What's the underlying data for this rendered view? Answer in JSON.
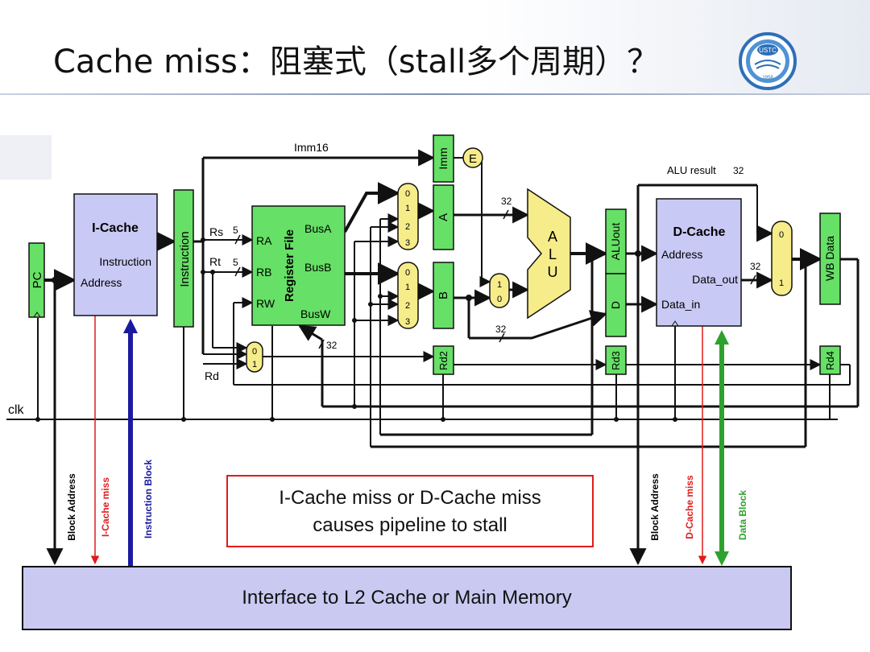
{
  "slide": {
    "title": "Cache miss：阻塞式（stall多个周期）？",
    "logo_text": "USTC",
    "logo_year": "1958",
    "stall_note_line1": "I-Cache miss or D-Cache miss",
    "stall_note_line2": "causes pipeline to stall",
    "memory_interface": "Interface to L2 Cache or Main Memory"
  },
  "diagram": {
    "pc": "PC",
    "icache_title": "I-Cache",
    "icache_instruction": "Instruction",
    "icache_address": "Address",
    "instruction_reg": "Instruction",
    "rs": "Rs",
    "rt": "Rt",
    "rd": "Rd",
    "five": "5",
    "imm16": "Imm16",
    "regfile_title": "Register File",
    "ra": "RA",
    "rb": "RB",
    "rw": "RW",
    "busa": "BusA",
    "busb": "BusB",
    "busw": "BusW",
    "w32": "32",
    "mux_0": "0",
    "mux_1": "1",
    "mux_2": "2",
    "mux_3": "3",
    "reg_a": "A",
    "reg_b": "B",
    "reg_imm": "Imm",
    "ext_e": "E",
    "rd2": "Rd2",
    "rd3": "Rd3",
    "rd4": "Rd4",
    "alu_a": "A",
    "alu_l": "L",
    "alu_u": "U",
    "aluout": "ALUout",
    "reg_d": "D",
    "alu_result": "ALU result",
    "dcache_title": "D-Cache",
    "dcache_address": "Address",
    "dcache_data_out": "Data_out",
    "dcache_data_in": "Data_in",
    "wb_data": "WB Data",
    "clk": "clk",
    "block_address": "Block Address",
    "icache_miss": "I-Cache miss",
    "instruction_block": "Instruction Block",
    "dcache_miss": "D-Cache miss",
    "data_block": "Data Block"
  },
  "colors": {
    "pipeline_reg": "#66e066",
    "cache_block": "#c9c9f5",
    "mux": "#f7ec8a",
    "alu": "#f7ec8a",
    "miss_line": "#e11b1b",
    "instruction_block_bus": "#1a1aa0",
    "data_block_bus": "#2fa12f",
    "memory_interface": "#c9c9f1"
  }
}
